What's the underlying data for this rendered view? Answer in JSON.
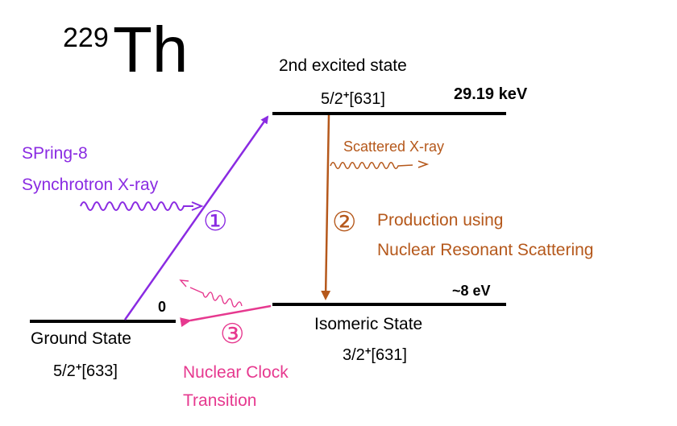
{
  "nuclide": {
    "mass_number": "229",
    "symbol": "Th"
  },
  "levels": {
    "second_excited": {
      "name": "2nd excited state",
      "spin_main": "5/2",
      "parity": "+",
      "nilsson": "[631]",
      "energy": "29.19 keV"
    },
    "isomeric": {
      "name": "Isomeric State",
      "spin_main": "3/2",
      "parity": "+",
      "nilsson": "[631]",
      "energy": "~8 eV"
    },
    "ground": {
      "name": "Ground State",
      "spin_main": "5/2",
      "parity": "+",
      "nilsson": "[633]",
      "energy": "0"
    }
  },
  "steps": {
    "excitation": {
      "marker": "①",
      "source_line1": "SPring-8",
      "source_line2": "Synchrotron X-ray"
    },
    "decay": {
      "marker": "②",
      "line1": "Production using",
      "line2": "Nuclear Resonant Scattering",
      "scattered": "Scattered X-ray"
    },
    "clock": {
      "marker": "③",
      "line1": "Nuclear Clock",
      "line2": "Transition"
    }
  },
  "colors": {
    "excitation": "#8a2be2",
    "decay": "#b5581b",
    "clock": "#e6398f",
    "level": "#000000"
  }
}
